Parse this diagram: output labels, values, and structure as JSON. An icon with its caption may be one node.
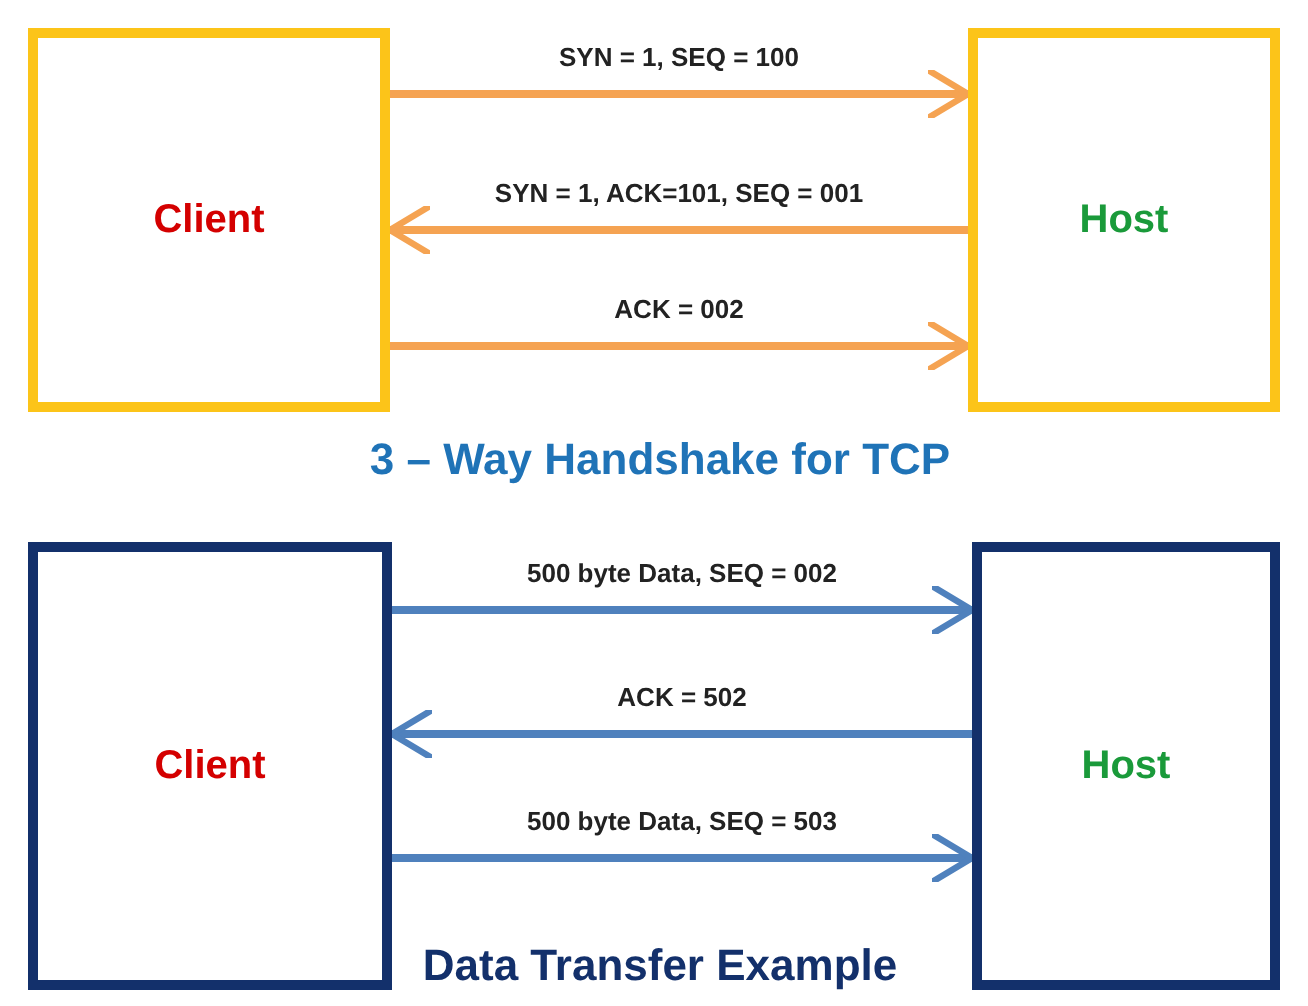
{
  "diagram": {
    "nodes": [
      {
        "text": [
          "Client"
        ]
      },
      {
        "text": [
          "Host"
        ]
      },
      {
        "text": [
          "Client"
        ]
      },
      {
        "text": [
          "Host"
        ]
      }
    ],
    "edges": [
      {
        "from": 0,
        "to": 1,
        "arrow": "to",
        "label": "SYN = 1,  SEQ = 100",
        "color": "#f5a352"
      },
      {
        "from": 1,
        "to": 0,
        "arrow": "to",
        "label": "SYN = 1, ACK=101, SEQ = 001",
        "color": "#f5a352"
      },
      {
        "from": 0,
        "to": 1,
        "arrow": "to",
        "label": "ACK = 002",
        "color": "#f5a352"
      },
      {
        "from": 2,
        "to": 3,
        "arrow": "to",
        "label": "500 byte Data, SEQ = 002",
        "color": "#4f81bd"
      },
      {
        "from": 3,
        "to": 2,
        "arrow": "to",
        "label": "ACK = 502",
        "color": "#4f81bd"
      },
      {
        "from": 2,
        "to": 3,
        "arrow": "to",
        "label": "500 byte Data, SEQ = 503",
        "color": "#4f81bd"
      }
    ],
    "labels": [
      "3 – Way Handshake for TCP",
      "Data Transfer Example"
    ]
  }
}
